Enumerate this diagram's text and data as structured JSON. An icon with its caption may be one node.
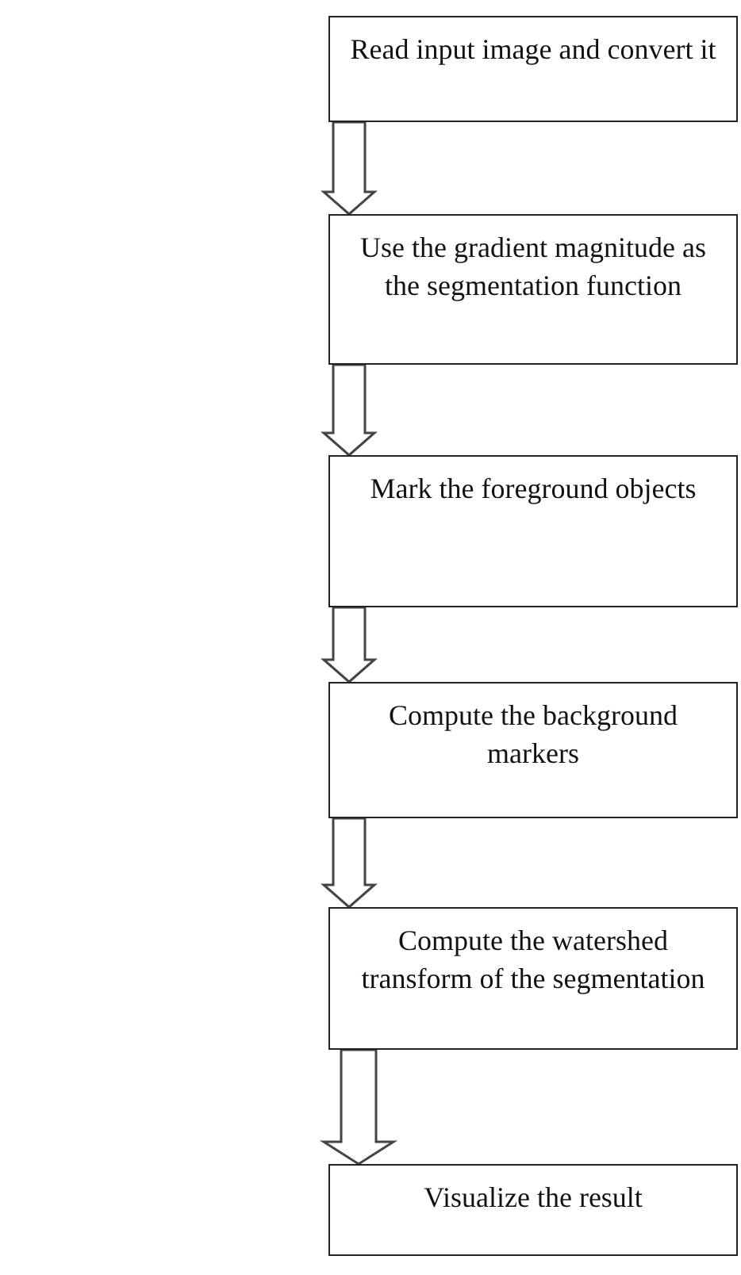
{
  "diagram": {
    "nodes": [
      {
        "text": [
          "Read input image and convert it"
        ]
      },
      {
        "text": [
          "Use the gradient magnitude as the segmentation function"
        ]
      },
      {
        "text": [
          "Mark the foreground objects"
        ]
      },
      {
        "text": [
          "Compute the background markers"
        ]
      },
      {
        "text": [
          "Compute the watershed transform of the segmentation"
        ]
      },
      {
        "text": [
          "Visualize the result"
        ]
      }
    ],
    "edges": [
      {
        "from": 0,
        "to": 1,
        "arrow": "to"
      },
      {
        "from": 1,
        "to": 2,
        "arrow": "to"
      },
      {
        "from": 2,
        "to": 3,
        "arrow": "to"
      },
      {
        "from": 3,
        "to": 4,
        "arrow": "to"
      },
      {
        "from": 4,
        "to": 5,
        "arrow": "to"
      }
    ]
  }
}
